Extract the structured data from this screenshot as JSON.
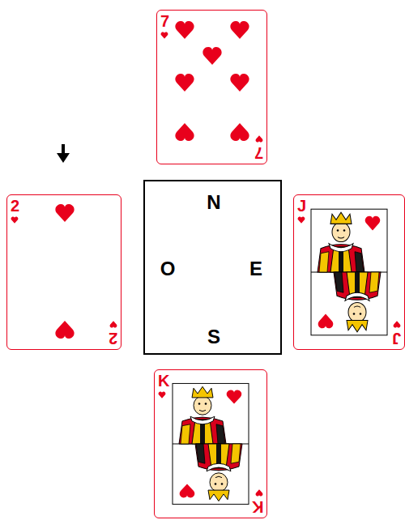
{
  "diagram": {
    "nodes": [
      {
        "text": [
          "7",
          "7"
        ]
      },
      {
        "text": [
          "2",
          "2"
        ]
      },
      {
        "text": [
          "N",
          "O",
          "E",
          "S"
        ]
      },
      {
        "text": [
          "J",
          "J"
        ]
      },
      {
        "text": [
          "K",
          "K"
        ]
      }
    ]
  }
}
